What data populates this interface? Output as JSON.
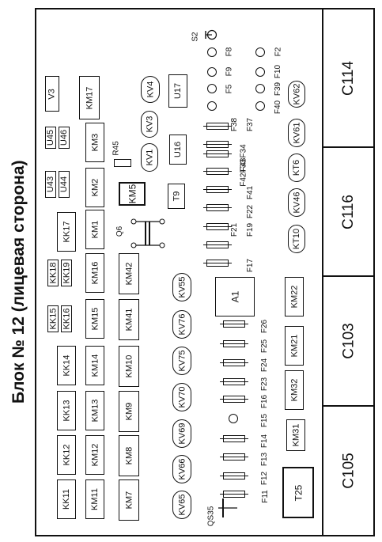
{
  "title": "Блок № 12  (лицевая сторона)",
  "buses": {
    "c114": "C114",
    "c116": "C116",
    "c103": "C103",
    "c105": "C105"
  },
  "components": {
    "V3": "V3",
    "KM17": "KM17",
    "KV4": "KV4",
    "U17": "U17",
    "U45": "U45",
    "U46": "U46",
    "KM3": "KM3",
    "KV3": "KV3",
    "R45": "R45",
    "U16": "U16",
    "KV1": "KV1",
    "U43": "U43",
    "U44": "U44",
    "KM2": "KM2",
    "KM5": "KM5",
    "T9": "T9",
    "KK17": "KK17",
    "KM1": "KM1",
    "Q6": "Q6",
    "KK18": "KK18",
    "KK19": "KK19",
    "KM16": "KM16",
    "KM42": "KM42",
    "KV55": "KV55",
    "KK15": "KK15",
    "KK16": "KK16",
    "KM15": "KM15",
    "KM41": "KM41",
    "KV76": "KV76",
    "KK14": "KK14",
    "KM14": "KM14",
    "KM10": "KM10",
    "KV75": "KV75",
    "KK13": "KK13",
    "KM13": "KM13",
    "KM9": "KM9",
    "KV70": "KV70",
    "KK12": "KK12",
    "KM12": "KM12",
    "KM8": "KM8",
    "KV69": "KV69",
    "KK11": "KK11",
    "KM11": "KM11",
    "KM7": "KM7",
    "KV66": "KV66",
    "KV65": "KV65",
    "A1": "A1",
    "KM22": "KM22",
    "KM21": "KM21",
    "KM32": "KM32",
    "KM31": "KM31",
    "T25": "T25",
    "KV62": "KV62",
    "KV61": "KV61",
    "KT6": "KT6",
    "KV46": "KV46",
    "KT10": "KT10",
    "S2": "S2",
    "QS35": "QS35"
  },
  "fuse_labels_right": [
    "F38",
    "F37",
    "F43F34",
    "F42F33",
    "F41",
    "F22",
    "F21",
    "F19",
    "F17"
  ],
  "fuse_labels_left": [
    "F26",
    "F25",
    "F24",
    "F23",
    "F16",
    "F15",
    "F14",
    "F13",
    "F12",
    "F11"
  ],
  "lamp_labels": {
    "col1": "F8",
    "col2": "F2",
    "r2a": "F9",
    "r2b": "F10",
    "r3a": "F5",
    "r3b": "F39",
    "r4": "F40"
  }
}
